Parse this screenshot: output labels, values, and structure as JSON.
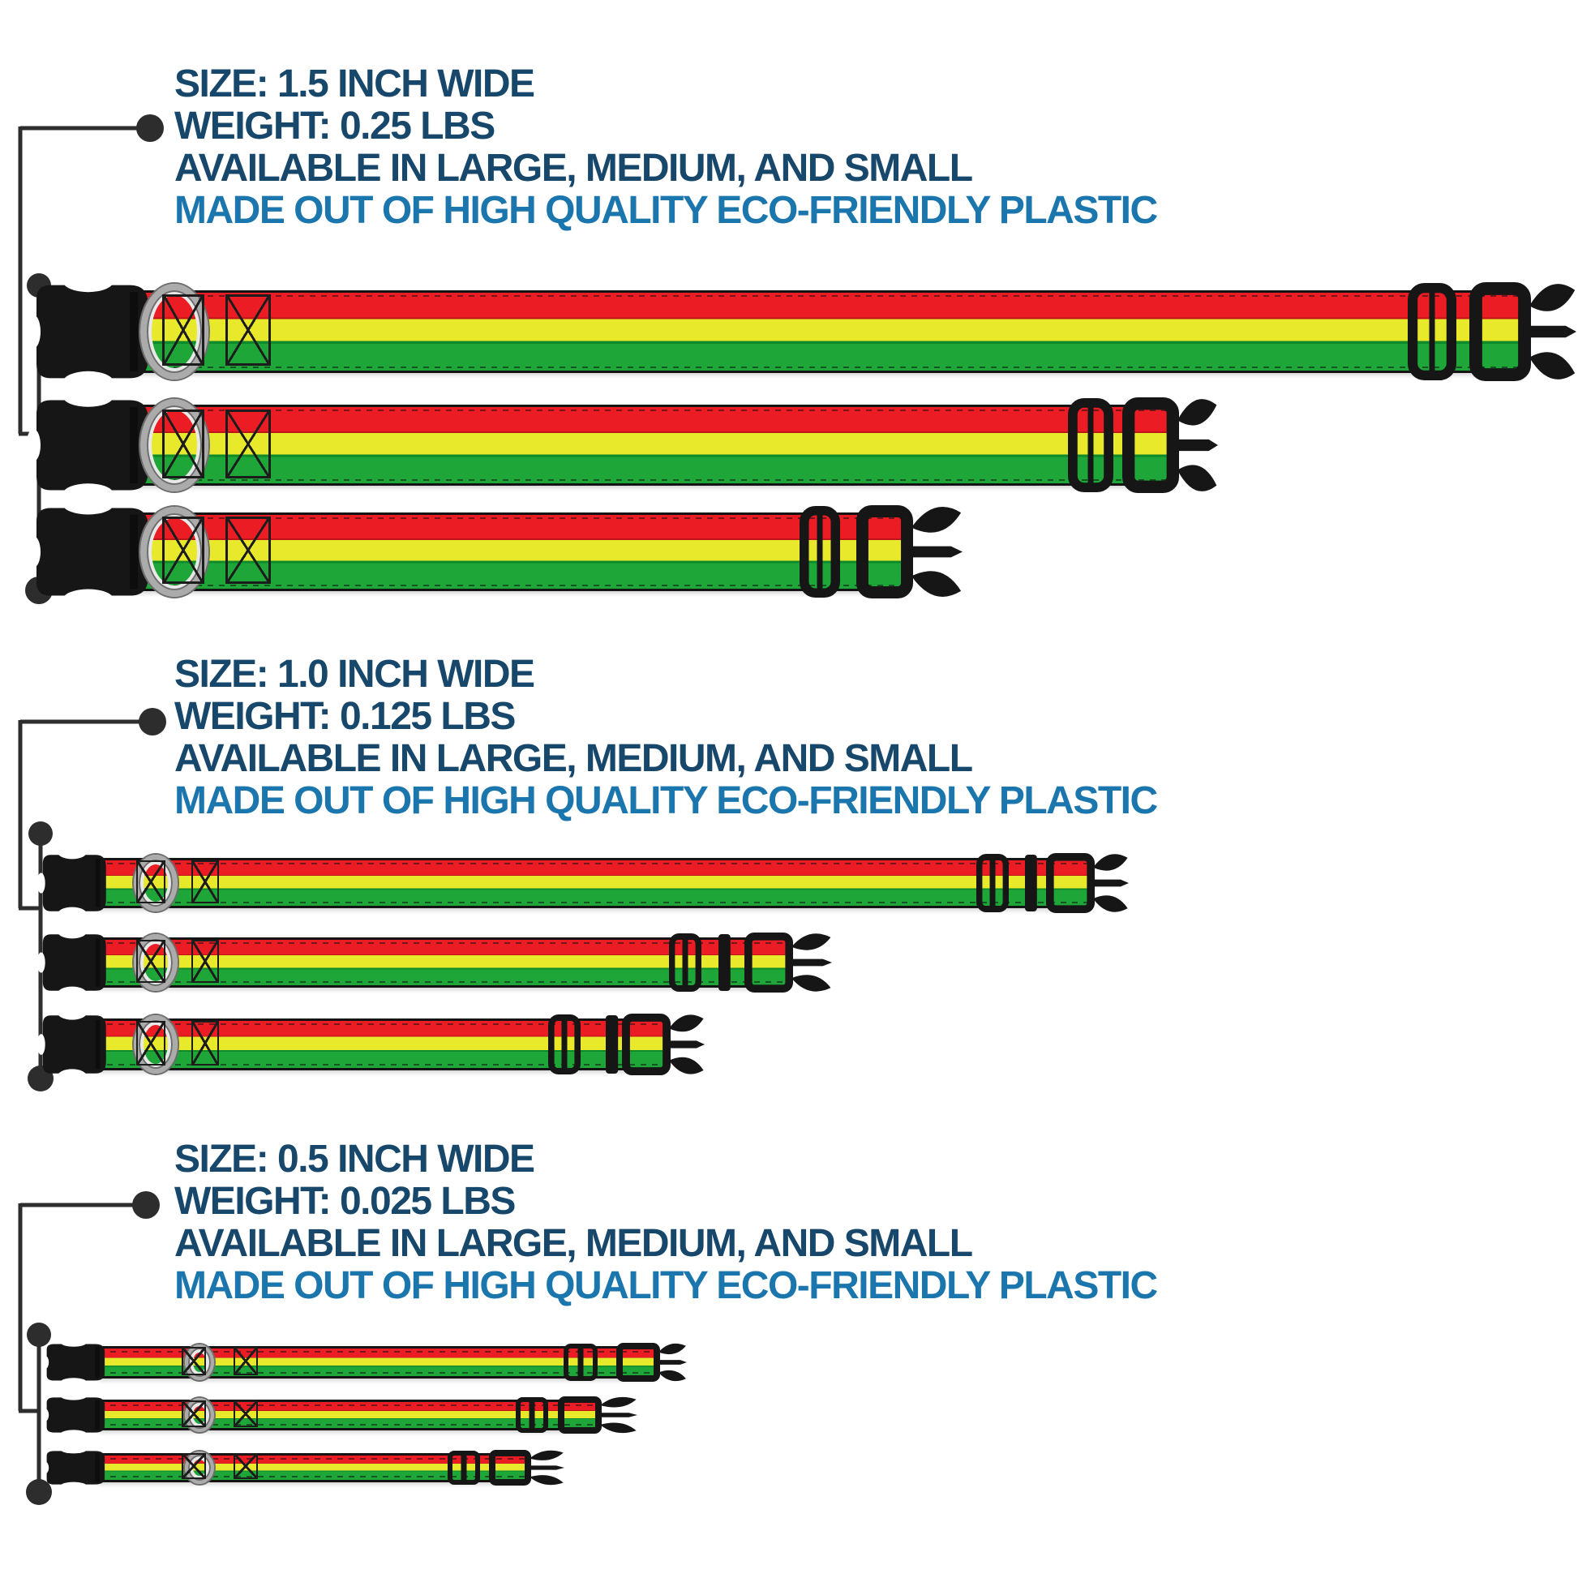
{
  "page": {
    "background": "#ffffff"
  },
  "colors": {
    "navy": "#17486B",
    "blue": "#1B76AE",
    "red": "#EC1C24",
    "redDark": "#BD1419",
    "yellow": "#E9E92B",
    "green": "#1FA639",
    "greenDark": "#0E8A2B",
    "buckle": "#161616",
    "silver": "#ABABAB",
    "line": "#2D2D2D"
  },
  "sections": [
    {
      "id": "1-5-inch",
      "lines": {
        "size": "SIZE: 1.5 INCH WIDE",
        "weight": "WEIGHT: 0.25 LBS",
        "available": "AVAILABLE IN LARGE, MEDIUM, AND SMALL",
        "material": "MADE OUT OF HIGH QUALITY ECO-FRIENDLY PLASTIC"
      },
      "collars": [
        {
          "variant": "large"
        },
        {
          "variant": "medium"
        },
        {
          "variant": "small"
        }
      ]
    },
    {
      "id": "1-0-inch",
      "lines": {
        "size": "SIZE: 1.0 INCH WIDE",
        "weight": "WEIGHT: 0.125 LBS",
        "available": "AVAILABLE IN LARGE, MEDIUM, AND SMALL",
        "material": "MADE OUT OF HIGH QUALITY ECO-FRIENDLY PLASTIC"
      },
      "collars": [
        {
          "variant": "large"
        },
        {
          "variant": "medium"
        },
        {
          "variant": "small"
        }
      ]
    },
    {
      "id": "0-5-inch",
      "lines": {
        "size": "SIZE: 0.5 INCH WIDE",
        "weight": "WEIGHT: 0.025 LBS",
        "available": "AVAILABLE IN LARGE, MEDIUM, AND SMALL",
        "material": "MADE OUT OF HIGH QUALITY ECO-FRIENDLY PLASTIC"
      },
      "collars": [
        {
          "variant": "large"
        },
        {
          "variant": "medium"
        },
        {
          "variant": "small"
        }
      ]
    }
  ]
}
